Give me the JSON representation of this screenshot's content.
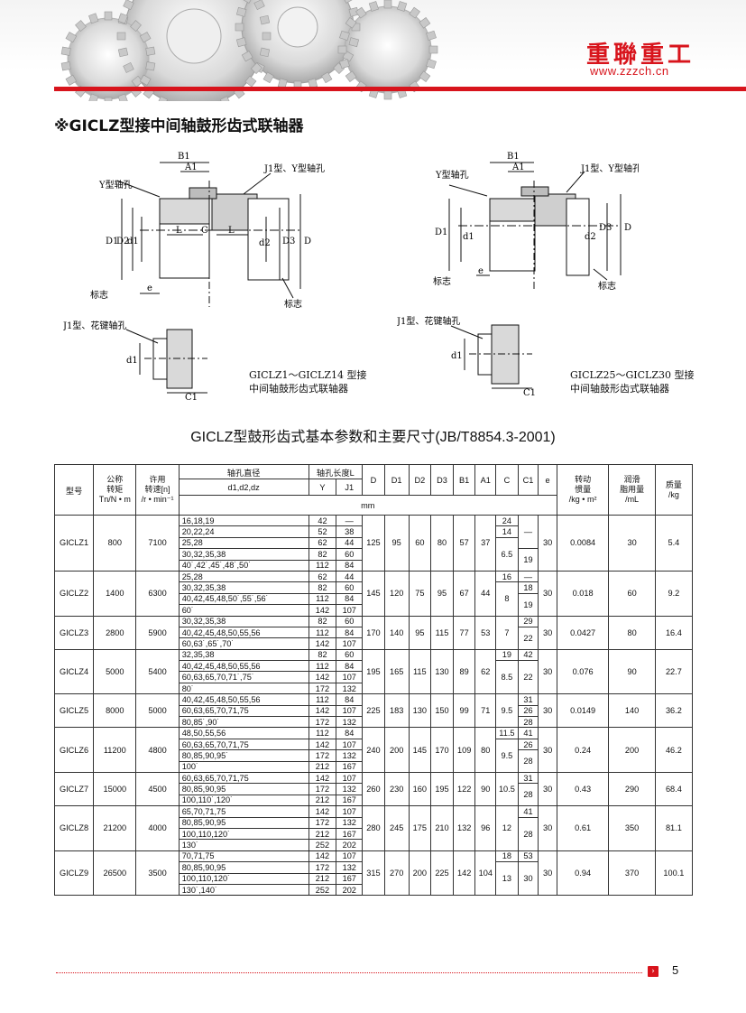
{
  "header": {
    "brand_cn": "重聯重工",
    "brand_url": "www.zzzch.cn",
    "colors": {
      "brand_red": "#d8141c"
    }
  },
  "section_title": "※GICLZ型接中间轴鼓形齿式联轴器",
  "drawings": {
    "left": {
      "labels": {
        "B1": "B1",
        "A1": "A1",
        "J1Y": "J1型、Y型轴孔",
        "Y": "Y型轴孔",
        "D1": "D1",
        "D2": "D2",
        "d1": "d1",
        "d2": "d2",
        "D3": "D3",
        "D": "D",
        "L": "L",
        "C": "C",
        "e": "e",
        "mark": "标志"
      },
      "caption": [
        "GICLZ1～GICLZ14 型接",
        "中间轴鼓形齿式联轴器"
      ]
    },
    "right": {
      "labels": {
        "B1": "B1",
        "A1": "A1",
        "J1Y": "J1型、Y型轴孔",
        "Y": "Y型轴孔",
        "D1": "D1",
        "d1": "d1",
        "d2": "d2",
        "D3": "D3",
        "D": "D",
        "e": "e",
        "mark": "标志"
      },
      "caption": [
        "GICLZ25～GICLZ30 型接",
        "中间轴鼓形齿式联轴器"
      ]
    },
    "left_small": {
      "label": "J1型、花键轴孔",
      "d1": "d1",
      "C1": "C1"
    },
    "right_small": {
      "label": "J1型、花键轴孔",
      "d1": "d1",
      "C1": "C1"
    }
  },
  "table_title": "GICLZ型鼓形齿式基本参数和主要尺寸(JB/T8854.3-2001)",
  "table": {
    "headers": {
      "model": "型号",
      "torque": [
        "公称",
        "转矩",
        "Tn/N • m"
      ],
      "speed": [
        "许用",
        "转速[n]",
        "/r • min⁻¹"
      ],
      "bore": "轴孔直径",
      "bore_sub": "d1,d2,dz",
      "len": "轴孔长度L",
      "len_Y": "Y",
      "len_J1": "J1",
      "D": "D",
      "D1": "D1",
      "D2": "D2",
      "D3": "D3",
      "B1": "B1",
      "A1": "A1",
      "C": "C",
      "C1": "C1",
      "e": "e",
      "unit_mm": "mm",
      "inertia": [
        "转动",
        "惯量",
        "/kg • m²"
      ],
      "lube": [
        "润滑",
        "脂用量",
        "/mL"
      ],
      "mass": [
        "质量",
        "/kg"
      ]
    },
    "groups": [
      {
        "model": "GICLZ1",
        "tn": "800",
        "n": "7100",
        "D": "125",
        "D1": "95",
        "D2": "60",
        "D3": "80",
        "B1": "57",
        "A1": "37",
        "e": "30",
        "inertia": "0.0084",
        "lube": "30",
        "mass": "5.4",
        "rows": [
          {
            "bore": "16,18,19",
            "Y": "42",
            "J1": "—"
          },
          {
            "bore": "20,22,24",
            "Y": "52",
            "J1": "38"
          },
          {
            "bore": "25,28",
            "Y": "62",
            "J1": "44"
          },
          {
            "bore": "30,32,35,38",
            "Y": "82",
            "J1": "60"
          },
          {
            "bore": "40*,42*,45*,48*,50*",
            "Y": "112",
            "J1": "84"
          }
        ],
        "C": [
          [
            "24",
            1
          ],
          [
            "14",
            1
          ],
          [
            "6.5",
            3
          ]
        ],
        "C1": [
          [
            "—",
            3
          ],
          [
            "19",
            2
          ]
        ]
      },
      {
        "model": "GICLZ2",
        "tn": "1400",
        "n": "6300",
        "D": "145",
        "D1": "120",
        "D2": "75",
        "D3": "95",
        "B1": "67",
        "A1": "44",
        "e": "30",
        "inertia": "0.018",
        "lube": "60",
        "mass": "9.2",
        "rows": [
          {
            "bore": "25,28",
            "Y": "62",
            "J1": "44"
          },
          {
            "bore": "30,32,35,38",
            "Y": "82",
            "J1": "60"
          },
          {
            "bore": "40,42,45,48,50*,55*,56*",
            "Y": "112",
            "J1": "84"
          },
          {
            "bore": "60*",
            "Y": "142",
            "J1": "107"
          }
        ],
        "C": [
          [
            "16",
            1
          ],
          [
            "8",
            3
          ]
        ],
        "C1": [
          [
            "—",
            1
          ],
          [
            "18",
            1
          ],
          [
            "19",
            2
          ]
        ]
      },
      {
        "model": "GICLZ3",
        "tn": "2800",
        "n": "5900",
        "D": "170",
        "D1": "140",
        "D2": "95",
        "D3": "115",
        "B1": "77",
        "A1": "53",
        "e": "30",
        "inertia": "0.0427",
        "lube": "80",
        "mass": "16.4",
        "rows": [
          {
            "bore": "30,32,35,38",
            "Y": "82",
            "J1": "60"
          },
          {
            "bore": "40,42,45,48,50,55,56",
            "Y": "112",
            "J1": "84"
          },
          {
            "bore": "60,63*,65*,70*",
            "Y": "142",
            "J1": "107"
          }
        ],
        "C": [
          [
            "7",
            3
          ]
        ],
        "C1": [
          [
            "29",
            1
          ],
          [
            "22",
            2
          ]
        ]
      },
      {
        "model": "GICLZ4",
        "tn": "5000",
        "n": "5400",
        "D": "195",
        "D1": "165",
        "D2": "115",
        "D3": "130",
        "B1": "89",
        "A1": "62",
        "e": "30",
        "inertia": "0.076",
        "lube": "90",
        "mass": "22.7",
        "rows": [
          {
            "bore": "32,35,38",
            "Y": "82",
            "J1": "60"
          },
          {
            "bore": "40,42,45,48,50,55,56",
            "Y": "112",
            "J1": "84"
          },
          {
            "bore": "60,63,65,70,71*,75*",
            "Y": "142",
            "J1": "107"
          },
          {
            "bore": "80*",
            "Y": "172",
            "J1": "132"
          }
        ],
        "C": [
          [
            "19",
            1
          ],
          [
            "8.5",
            3
          ]
        ],
        "C1": [
          [
            "42",
            1
          ],
          [
            "22",
            3
          ]
        ]
      },
      {
        "model": "GICLZ5",
        "tn": "8000",
        "n": "5000",
        "D": "225",
        "D1": "183",
        "D2": "130",
        "D3": "150",
        "B1": "99",
        "A1": "71",
        "e": "30",
        "inertia": "0.0149",
        "lube": "140",
        "mass": "36.2",
        "rows": [
          {
            "bore": "40,42,45,48,50,55,56",
            "Y": "112",
            "J1": "84"
          },
          {
            "bore": "60,63,65,70,71,75",
            "Y": "142",
            "J1": "107"
          },
          {
            "bore": "80,85*,90*",
            "Y": "172",
            "J1": "132"
          }
        ],
        "C": [
          [
            "9.5",
            3
          ]
        ],
        "C1": [
          [
            "31",
            1
          ],
          [
            "26",
            1
          ],
          [
            "28",
            1
          ]
        ]
      },
      {
        "model": "GICLZ6",
        "tn": "11200",
        "n": "4800",
        "D": "240",
        "D1": "200",
        "D2": "145",
        "D3": "170",
        "B1": "109",
        "A1": "80",
        "e": "30",
        "inertia": "0.24",
        "lube": "200",
        "mass": "46.2",
        "rows": [
          {
            "bore": "48,50,55,56",
            "Y": "112",
            "J1": "84"
          },
          {
            "bore": "60,63,65,70,71,75",
            "Y": "142",
            "J1": "107"
          },
          {
            "bore": "80,85,90,95*",
            "Y": "172",
            "J1": "132"
          },
          {
            "bore": "100*",
            "Y": "212",
            "J1": "167"
          }
        ],
        "C": [
          [
            "11.5",
            1
          ],
          [
            "9.5",
            3
          ]
        ],
        "C1": [
          [
            "41",
            1
          ],
          [
            "26",
            1
          ],
          [
            "28",
            2
          ]
        ]
      },
      {
        "model": "GICLZ7",
        "tn": "15000",
        "n": "4500",
        "D": "260",
        "D1": "230",
        "D2": "160",
        "D3": "195",
        "B1": "122",
        "A1": "90",
        "e": "30",
        "inertia": "0.43",
        "lube": "290",
        "mass": "68.4",
        "rows": [
          {
            "bore": "60,63,65,70,71,75",
            "Y": "142",
            "J1": "107"
          },
          {
            "bore": "80,85,90,95",
            "Y": "172",
            "J1": "132"
          },
          {
            "bore": "100,110*,120*",
            "Y": "212",
            "J1": "167"
          }
        ],
        "C": [
          [
            "10.5",
            3
          ]
        ],
        "C1": [
          [
            "31",
            1
          ],
          [
            "28",
            2
          ]
        ]
      },
      {
        "model": "GICLZ8",
        "tn": "21200",
        "n": "4000",
        "D": "280",
        "D1": "245",
        "D2": "175",
        "D3": "210",
        "B1": "132",
        "A1": "96",
        "e": "30",
        "inertia": "0.61",
        "lube": "350",
        "mass": "81.1",
        "rows": [
          {
            "bore": "65,70,71,75",
            "Y": "142",
            "J1": "107"
          },
          {
            "bore": "80,85,90,95",
            "Y": "172",
            "J1": "132"
          },
          {
            "bore": "100,110,120*",
            "Y": "212",
            "J1": "167"
          },
          {
            "bore": "130*",
            "Y": "252",
            "J1": "202"
          }
        ],
        "C": [
          [
            "12",
            4
          ]
        ],
        "C1": [
          [
            "41",
            1
          ],
          [
            "28",
            3
          ]
        ]
      },
      {
        "model": "GICLZ9",
        "tn": "26500",
        "n": "3500",
        "D": "315",
        "D1": "270",
        "D2": "200",
        "D3": "225",
        "B1": "142",
        "A1": "104",
        "e": "30",
        "inertia": "0.94",
        "lube": "370",
        "mass": "100.1",
        "rows": [
          {
            "bore": "70,71,75",
            "Y": "142",
            "J1": "107"
          },
          {
            "bore": "80,85,90,95",
            "Y": "172",
            "J1": "132"
          },
          {
            "bore": "100,110,120*",
            "Y": "212",
            "J1": "167"
          },
          {
            "bore": "130*,140*",
            "Y": "252",
            "J1": "202"
          }
        ],
        "C": [
          [
            "18",
            1
          ],
          [
            "13",
            3
          ]
        ],
        "C1": [
          [
            "53",
            1
          ],
          [
            "30",
            3
          ]
        ]
      }
    ]
  },
  "page_number": "5"
}
